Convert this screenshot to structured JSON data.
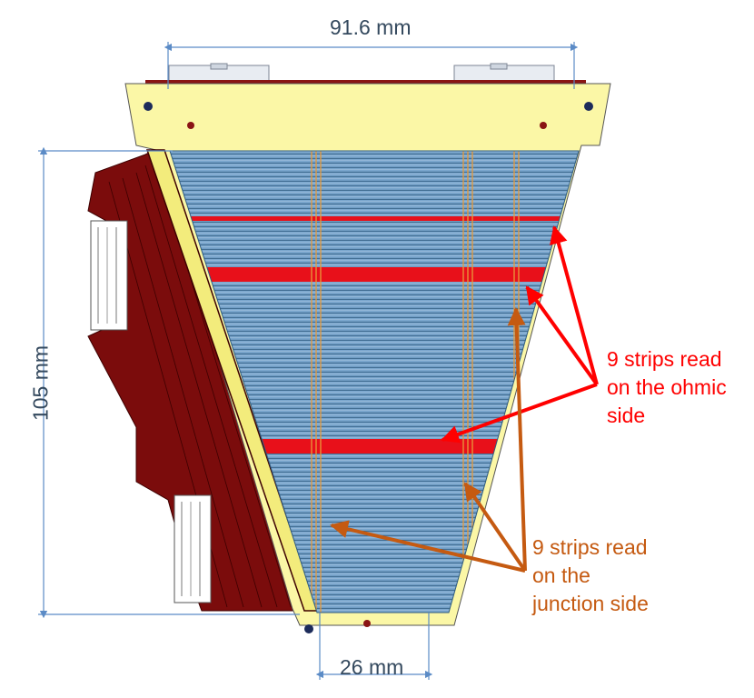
{
  "dimensions": {
    "top_width": "91.6 mm",
    "height": "105 mm",
    "bottom_width": "26 mm"
  },
  "annotations": {
    "ohmic": {
      "lines": [
        "9 strips read",
        "on the ohmic",
        "side"
      ],
      "color": "#ff0000"
    },
    "junction": {
      "lines": [
        "9 strips read",
        "on the",
        "junction side"
      ],
      "color": "#c55a11"
    }
  },
  "colors": {
    "frame_yellow": "#fbf7a6",
    "detector_blue": "#6f9ec8",
    "readout_dark_red": "#7b0c0c",
    "dimension_line": "#5b8bc6"
  }
}
